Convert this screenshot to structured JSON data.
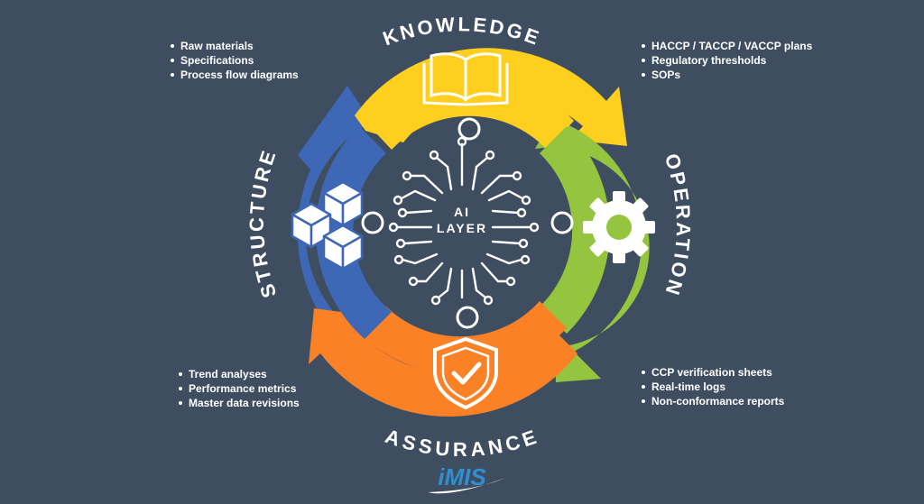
{
  "segments": {
    "knowledge": {
      "label": "KNOWLEDGE",
      "color": "#ffcf1f",
      "icon": "open-book-icon",
      "items": [
        "HACCP / TACCP / VACCP plans",
        "Regulatory thresholds",
        "SOPs"
      ]
    },
    "operation": {
      "label": "OPERATION",
      "color": "#95c43f",
      "icon": "gear-icon",
      "items": [
        "CCP verification sheets",
        "Real-time logs",
        "Non-conformance reports"
      ]
    },
    "assurance": {
      "label": "ASSURANCE",
      "color": "#fb8126",
      "icon": "shield-check-icon",
      "items": [
        "Trend analyses",
        "Performance metrics",
        "Master data revisions"
      ]
    },
    "structure": {
      "label": "STRUCTURE",
      "color": "#3e67b6",
      "icon": "cubes-icon",
      "items": [
        "Raw materials",
        "Specifications",
        "Process flow diagrams"
      ]
    }
  },
  "center": {
    "line1": "AI",
    "line2": "LAYER",
    "icon": "circuit-icon",
    "color": "#3e4e60"
  },
  "logo": {
    "text": "iMIS",
    "color": "#2f8fd0"
  },
  "background": "#3e4e60"
}
